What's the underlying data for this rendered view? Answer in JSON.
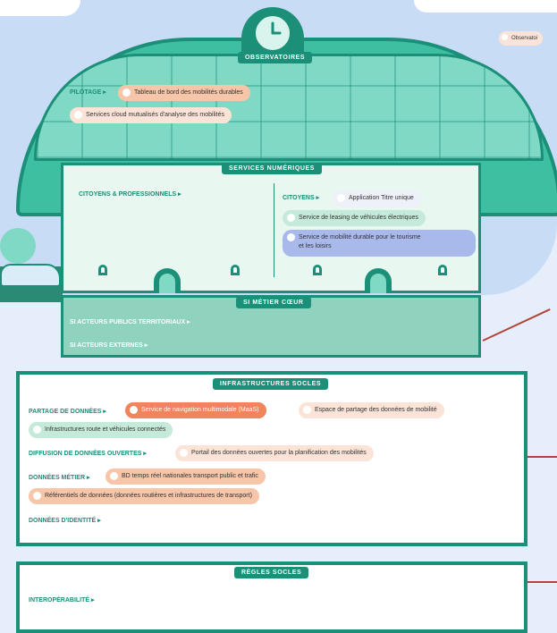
{
  "observatoires": {
    "banner": "OBSERVATOIRES",
    "side_pill": "Observatoi",
    "pilotage_label": "PILOTAGE ▸",
    "pills": [
      "Tableau de bord des mobilités durables",
      "Services cloud mutualisés d'analyse des mobilités"
    ]
  },
  "services": {
    "banner": "SERVICES NUMÉRIQUES",
    "citoyens_pro": "CITOYENS & PROFESSIONNELS ▸",
    "citoyens": "CITOYENS ▸",
    "pills": [
      "Application Titre unique",
      "Service de leasing de véhicules électriques",
      "Service de mobilité durable pour le tourisme",
      "et les loisirs"
    ]
  },
  "si": {
    "banner": "SI MÉTIER CŒUR",
    "items": [
      "SI ACTEURS PUBLICS TERRITORIAUX ▸",
      "SI ACTEURS EXTERNES ▸"
    ]
  },
  "infra": {
    "banner": "INFRASTRUCTURES SOCLES",
    "partage_label": "PARTAGE DE DONNÉES ▸",
    "partage_pills": [
      "Service de navigation multimodale (MaaS)",
      "Espace de partage des données de mobilité",
      "Infrastructures route et véhicules connectés"
    ],
    "diffusion_label": "DIFFUSION DE DONNÉES OUVERTES ▸",
    "diffusion_pill": "Portail des données ouvertes pour la planification des mobilités",
    "metier_label": "DONNÉES MÉTIER ▸",
    "metier_pills": [
      "BD temps réel nationales transport public et trafic",
      "Référentiels de données (données routières et infrastructures de transport)"
    ],
    "identite_label": "DONNÉES D'IDENTITÉ ▸"
  },
  "regles": {
    "banner": "RÈGLES SOCLES",
    "interop": "INTEROPÉRABILITÉ ▸"
  }
}
